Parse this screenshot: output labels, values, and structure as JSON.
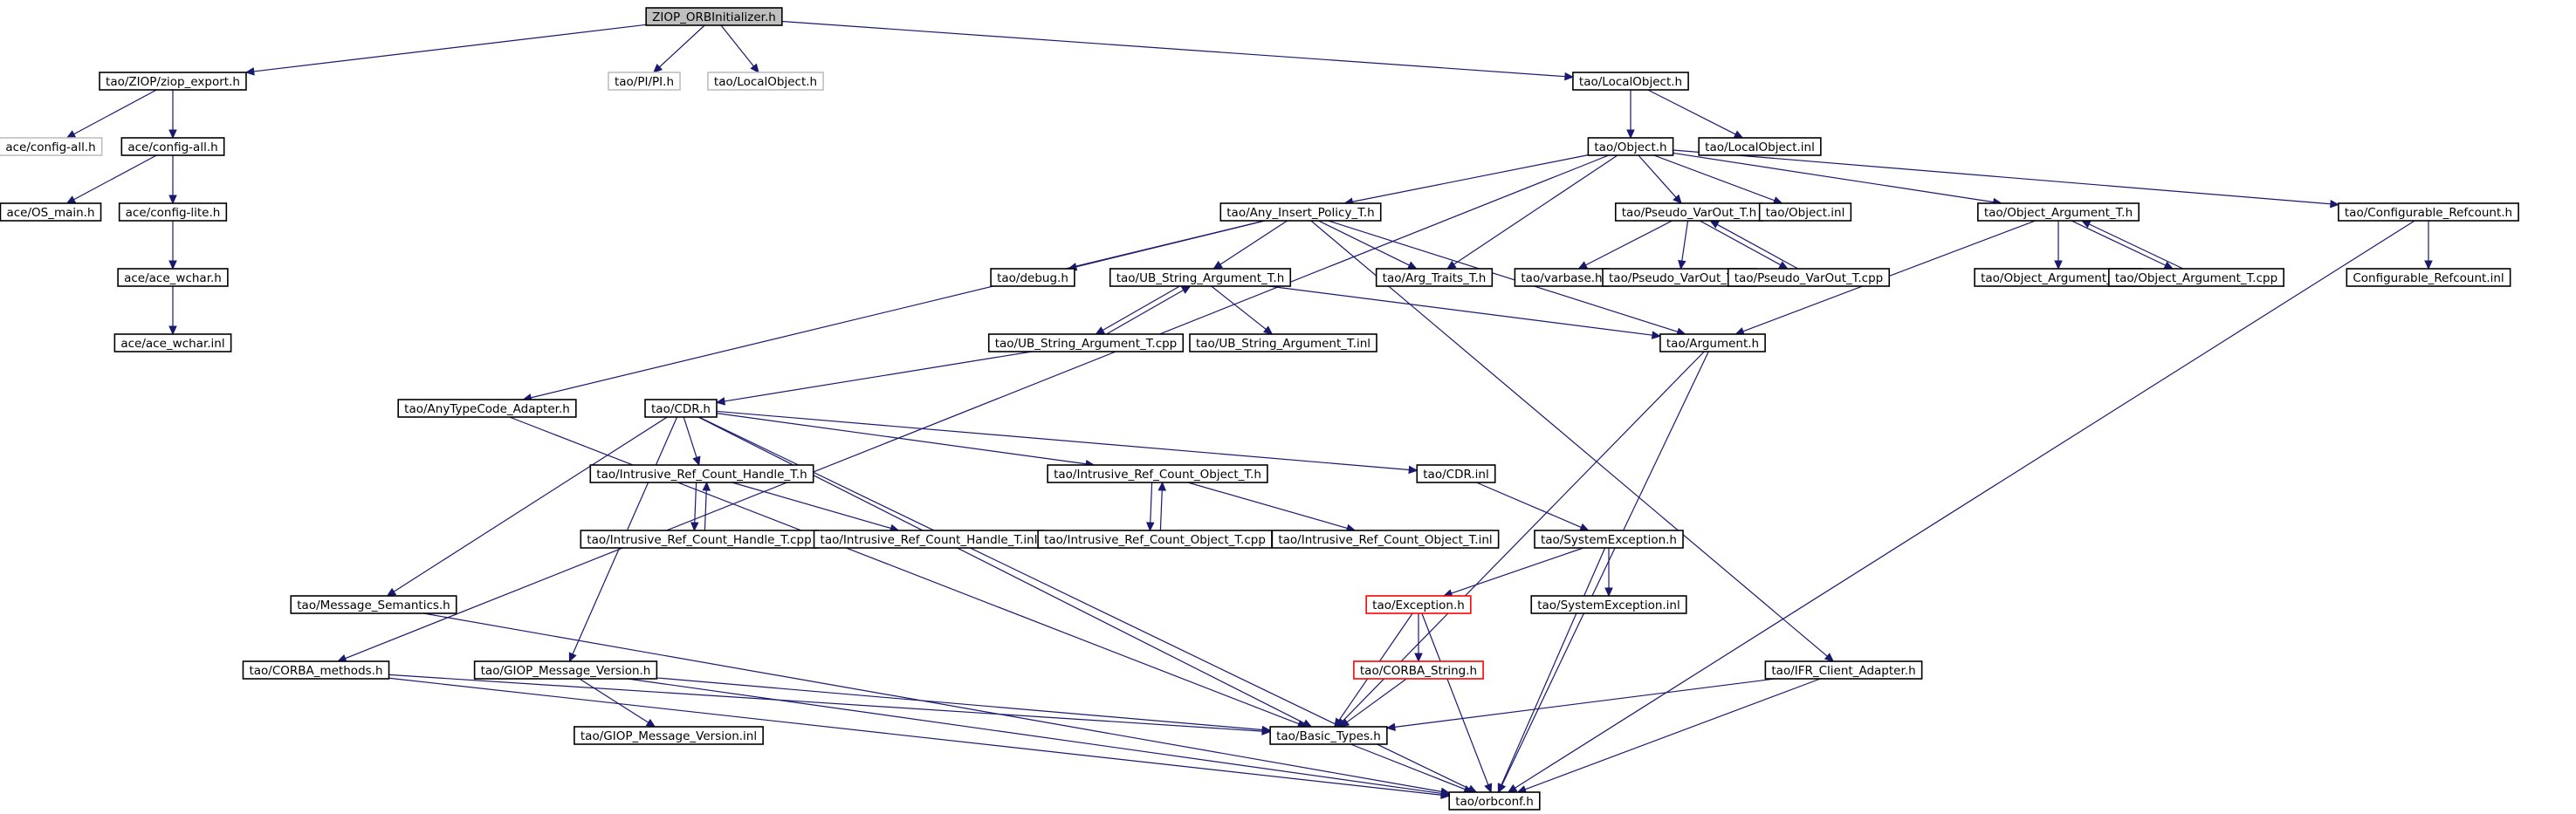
{
  "colors": {
    "edge": "#191970",
    "box_default": "#000000",
    "box_missing": "#bfbfbf",
    "box_truncated": "#ff0000",
    "root_fill": "#bfbfbf",
    "fill": "#ffffff"
  },
  "nodes": [
    {
      "id": "root",
      "label": "ZIOP_ORBInitializer.h",
      "style": "root"
    },
    {
      "id": "ziop_export",
      "label": "tao/ZIOP/ziop_export.h",
      "style": "normal"
    },
    {
      "id": "pi",
      "label": "tao/PI/PI.h",
      "style": "missing"
    },
    {
      "id": "localobj_missing",
      "label": "tao/LocalObject.h",
      "style": "missing"
    },
    {
      "id": "localobj",
      "label": "tao/LocalObject.h",
      "style": "normal"
    },
    {
      "id": "config_all_missing",
      "label": "ace/config-all.h",
      "style": "missing"
    },
    {
      "id": "config_all",
      "label": "ace/config-all.h",
      "style": "normal"
    },
    {
      "id": "object_h",
      "label": "tao/Object.h",
      "style": "normal"
    },
    {
      "id": "localobj_inl",
      "label": "tao/LocalObject.inl",
      "style": "normal"
    },
    {
      "id": "os_main",
      "label": "ace/OS_main.h",
      "style": "normal"
    },
    {
      "id": "config_lite",
      "label": "ace/config-lite.h",
      "style": "normal"
    },
    {
      "id": "any_insert",
      "label": "tao/Any_Insert_Policy_T.h",
      "style": "normal"
    },
    {
      "id": "pseudo_varout",
      "label": "tao/Pseudo_VarOut_T.h",
      "style": "normal"
    },
    {
      "id": "object_inl",
      "label": "tao/Object.inl",
      "style": "normal"
    },
    {
      "id": "object_arg",
      "label": "tao/Object_Argument_T.h",
      "style": "normal"
    },
    {
      "id": "config_refcount",
      "label": "tao/Configurable_Refcount.h",
      "style": "normal"
    },
    {
      "id": "ace_wchar",
      "label": "ace/ace_wchar.h",
      "style": "normal"
    },
    {
      "id": "debug",
      "label": "tao/debug.h",
      "style": "normal"
    },
    {
      "id": "ub_string_arg",
      "label": "tao/UB_String_Argument_T.h",
      "style": "normal"
    },
    {
      "id": "arg_traits",
      "label": "tao/Arg_Traits_T.h",
      "style": "normal"
    },
    {
      "id": "varbase",
      "label": "tao/varbase.h",
      "style": "normal"
    },
    {
      "id": "pseudo_varout_inl",
      "label": "tao/Pseudo_VarOut_T.inl",
      "style": "normal"
    },
    {
      "id": "pseudo_varout_cpp",
      "label": "tao/Pseudo_VarOut_T.cpp",
      "style": "normal"
    },
    {
      "id": "object_arg_inl",
      "label": "tao/Object_Argument_T.inl",
      "style": "normal"
    },
    {
      "id": "object_arg_cpp",
      "label": "tao/Object_Argument_T.cpp",
      "style": "normal"
    },
    {
      "id": "config_refcount_inl",
      "label": "Configurable_Refcount.inl",
      "style": "normal"
    },
    {
      "id": "ace_wchar_inl",
      "label": "ace/ace_wchar.inl",
      "style": "normal"
    },
    {
      "id": "ub_string_arg_cpp",
      "label": "tao/UB_String_Argument_T.cpp",
      "style": "normal"
    },
    {
      "id": "ub_string_arg_inl",
      "label": "tao/UB_String_Argument_T.inl",
      "style": "normal"
    },
    {
      "id": "argument",
      "label": "tao/Argument.h",
      "style": "normal"
    },
    {
      "id": "anytypecode",
      "label": "tao/AnyTypeCode_Adapter.h",
      "style": "normal"
    },
    {
      "id": "cdr",
      "label": "tao/CDR.h",
      "style": "normal"
    },
    {
      "id": "irc_handle",
      "label": "tao/Intrusive_Ref_Count_Handle_T.h",
      "style": "normal"
    },
    {
      "id": "irc_object",
      "label": "tao/Intrusive_Ref_Count_Object_T.h",
      "style": "normal"
    },
    {
      "id": "cdr_inl",
      "label": "tao/CDR.inl",
      "style": "normal"
    },
    {
      "id": "irc_handle_cpp",
      "label": "tao/Intrusive_Ref_Count_Handle_T.cpp",
      "style": "normal"
    },
    {
      "id": "irc_handle_inl",
      "label": "tao/Intrusive_Ref_Count_Handle_T.inl",
      "style": "normal"
    },
    {
      "id": "irc_object_cpp",
      "label": "tao/Intrusive_Ref_Count_Object_T.cpp",
      "style": "normal"
    },
    {
      "id": "irc_object_inl",
      "label": "tao/Intrusive_Ref_Count_Object_T.inl",
      "style": "normal"
    },
    {
      "id": "sysexc",
      "label": "tao/SystemException.h",
      "style": "normal"
    },
    {
      "id": "msg_semantics",
      "label": "tao/Message_Semantics.h",
      "style": "normal"
    },
    {
      "id": "exception",
      "label": "tao/Exception.h",
      "style": "truncated"
    },
    {
      "id": "sysexc_inl",
      "label": "tao/SystemException.inl",
      "style": "normal"
    },
    {
      "id": "corba_methods",
      "label": "tao/CORBA_methods.h",
      "style": "normal"
    },
    {
      "id": "giop_msg_ver",
      "label": "tao/GIOP_Message_Version.h",
      "style": "normal"
    },
    {
      "id": "corba_string",
      "label": "tao/CORBA_String.h",
      "style": "truncated"
    },
    {
      "id": "ifr_client",
      "label": "tao/IFR_Client_Adapter.h",
      "style": "normal"
    },
    {
      "id": "giop_msg_ver_inl",
      "label": "tao/GIOP_Message_Version.inl",
      "style": "normal"
    },
    {
      "id": "basic_types",
      "label": "tao/Basic_Types.h",
      "style": "normal"
    },
    {
      "id": "orbconf",
      "label": "tao/orbconf.h",
      "style": "normal"
    }
  ],
  "edges": [
    [
      "root",
      "ziop_export"
    ],
    [
      "root",
      "pi"
    ],
    [
      "root",
      "localobj_missing"
    ],
    [
      "root",
      "localobj"
    ],
    [
      "ziop_export",
      "config_all_missing"
    ],
    [
      "ziop_export",
      "config_all"
    ],
    [
      "config_all",
      "os_main"
    ],
    [
      "config_all",
      "config_lite"
    ],
    [
      "config_lite",
      "ace_wchar"
    ],
    [
      "ace_wchar",
      "ace_wchar_inl"
    ],
    [
      "localobj",
      "object_h"
    ],
    [
      "localobj",
      "localobj_inl"
    ],
    [
      "object_h",
      "any_insert"
    ],
    [
      "object_h",
      "pseudo_varout"
    ],
    [
      "object_h",
      "object_inl"
    ],
    [
      "object_h",
      "object_arg"
    ],
    [
      "object_h",
      "config_refcount"
    ],
    [
      "object_h",
      "arg_traits"
    ],
    [
      "object_h",
      "corba_methods"
    ],
    [
      "any_insert",
      "debug"
    ],
    [
      "any_insert",
      "ub_string_arg"
    ],
    [
      "any_insert",
      "arg_traits"
    ],
    [
      "any_insert",
      "anytypecode"
    ],
    [
      "any_insert",
      "argument"
    ],
    [
      "any_insert",
      "ifr_client"
    ],
    [
      "pseudo_varout",
      "varbase"
    ],
    [
      "pseudo_varout",
      "pseudo_varout_inl"
    ],
    [
      "pseudo_varout",
      "pseudo_varout_cpp"
    ],
    [
      "pseudo_varout_cpp",
      "pseudo_varout"
    ],
    [
      "object_arg",
      "argument"
    ],
    [
      "object_arg",
      "object_arg_inl"
    ],
    [
      "object_arg",
      "object_arg_cpp"
    ],
    [
      "object_arg_cpp",
      "object_arg"
    ],
    [
      "config_refcount",
      "config_refcount_inl"
    ],
    [
      "config_refcount",
      "orbconf"
    ],
    [
      "ub_string_arg",
      "ub_string_arg_cpp"
    ],
    [
      "ub_string_arg",
      "ub_string_arg_inl"
    ],
    [
      "ub_string_arg",
      "argument"
    ],
    [
      "ub_string_arg_cpp",
      "ub_string_arg"
    ],
    [
      "ub_string_arg_cpp",
      "cdr"
    ],
    [
      "argument",
      "basic_types"
    ],
    [
      "argument",
      "orbconf"
    ],
    [
      "anytypecode",
      "basic_types"
    ],
    [
      "cdr",
      "irc_handle"
    ],
    [
      "cdr",
      "irc_object"
    ],
    [
      "cdr",
      "cdr_inl"
    ],
    [
      "cdr",
      "msg_semantics"
    ],
    [
      "cdr",
      "giop_msg_ver"
    ],
    [
      "cdr",
      "basic_types"
    ],
    [
      "cdr",
      "orbconf"
    ],
    [
      "irc_handle",
      "irc_handle_cpp"
    ],
    [
      "irc_handle",
      "irc_handle_inl"
    ],
    [
      "irc_handle_cpp",
      "irc_handle"
    ],
    [
      "irc_object",
      "irc_object_cpp"
    ],
    [
      "irc_object",
      "irc_object_inl"
    ],
    [
      "irc_object_cpp",
      "irc_object"
    ],
    [
      "cdr_inl",
      "sysexc"
    ],
    [
      "sysexc",
      "exception"
    ],
    [
      "sysexc",
      "sysexc_inl"
    ],
    [
      "sysexc",
      "orbconf"
    ],
    [
      "exception",
      "corba_string"
    ],
    [
      "exception",
      "basic_types"
    ],
    [
      "exception",
      "orbconf"
    ],
    [
      "corba_string",
      "basic_types"
    ],
    [
      "msg_semantics",
      "orbconf"
    ],
    [
      "corba_methods",
      "basic_types"
    ],
    [
      "corba_methods",
      "orbconf"
    ],
    [
      "giop_msg_ver",
      "giop_msg_ver_inl"
    ],
    [
      "giop_msg_ver",
      "basic_types"
    ],
    [
      "giop_msg_ver",
      "orbconf"
    ],
    [
      "ifr_client",
      "basic_types"
    ],
    [
      "ifr_client",
      "orbconf"
    ],
    [
      "basic_types",
      "orbconf"
    ]
  ]
}
